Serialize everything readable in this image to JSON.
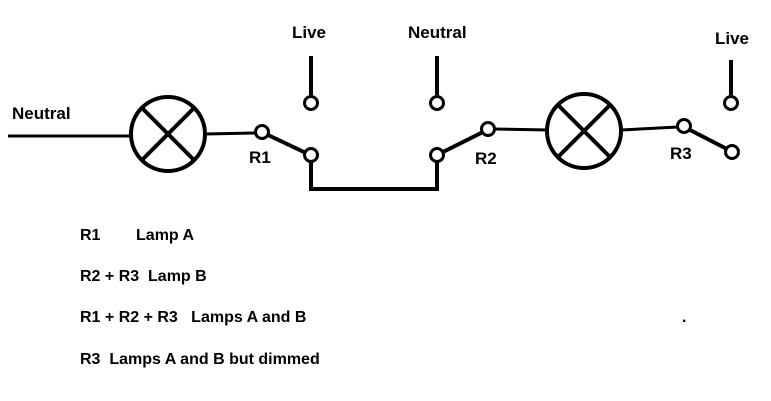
{
  "diagram": {
    "labels": {
      "neutral_left": "Neutral",
      "live_left": "Live",
      "neutral_center": "Neutral",
      "live_right": "Live",
      "r1": "R1",
      "r2": "R2",
      "r3": "R3"
    },
    "legend": [
      "R1        Lamp A",
      "R2 + R3  Lamp B",
      "R1 + R2 + R3   Lamps A and B",
      "R3  Lamps A and B but dimmed"
    ],
    "stray_mark": ".",
    "colors": {
      "line": "#000000",
      "background": "#ffffff"
    }
  }
}
